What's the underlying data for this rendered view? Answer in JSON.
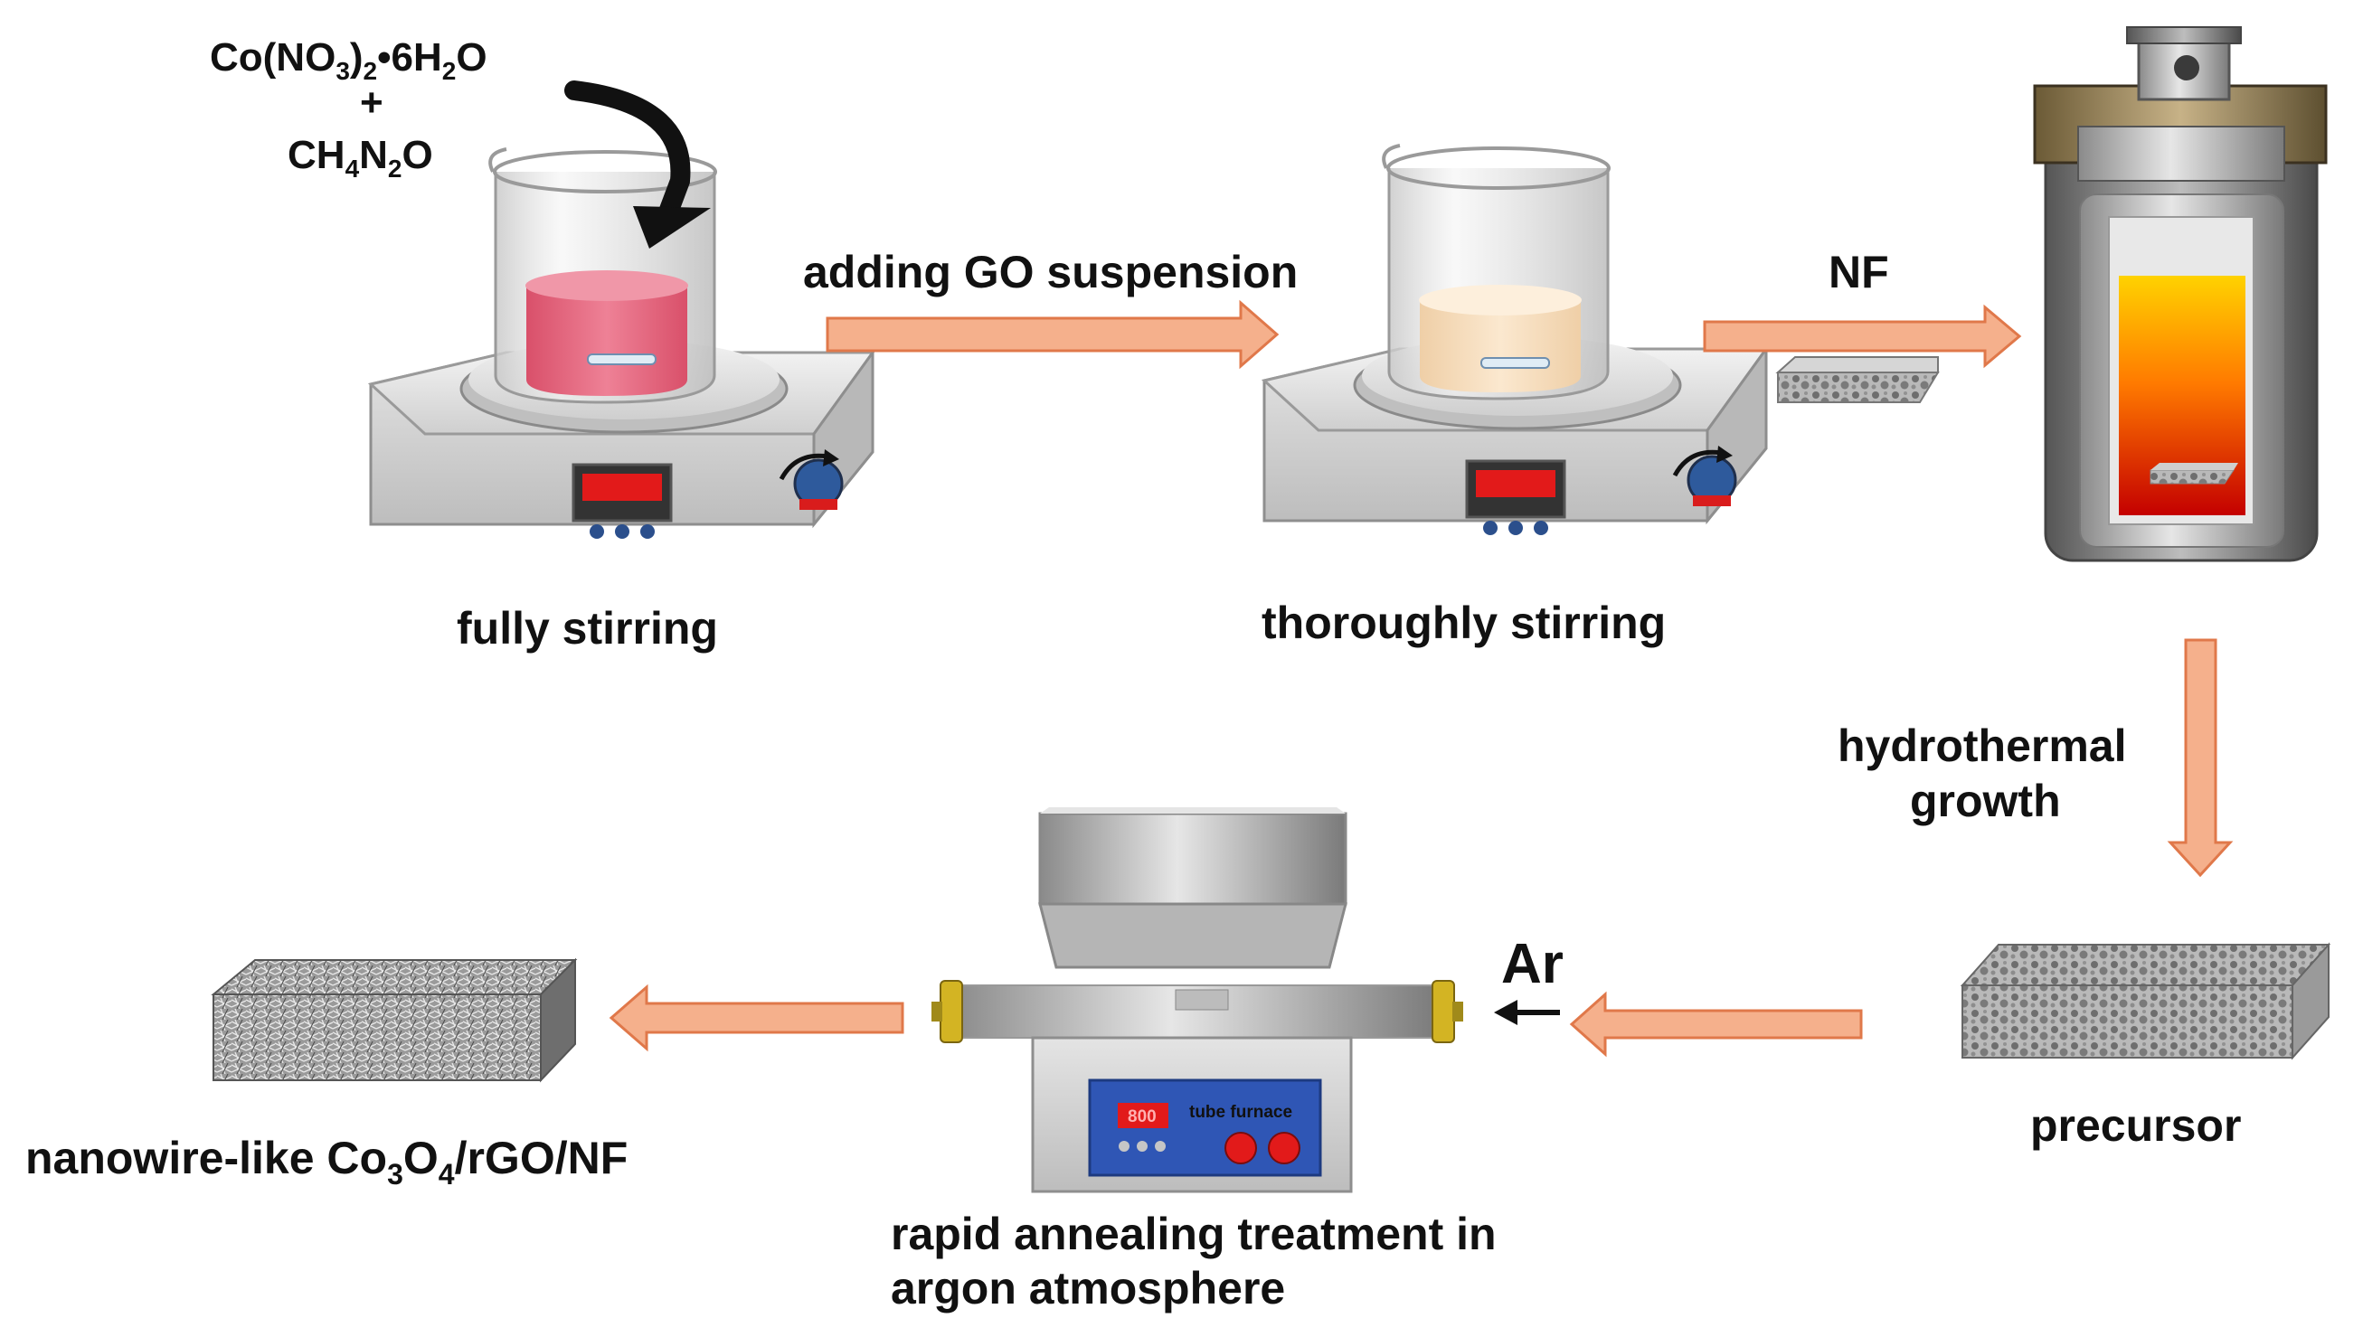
{
  "colors": {
    "arrow_fill": "#f5b08c",
    "arrow_stroke": "#e0784a",
    "pink_solution": "#e5647a",
    "cream_solution": "#f6d9b4",
    "display_red": "#e21a1a",
    "control_panel_blue": "#2f56b5"
  },
  "reagents": {
    "line1_base": "Co(NO",
    "line1_sub_a": "3",
    "line1_mid": ")",
    "line1_sub_b": "2",
    "line1_rest": "•6H",
    "line1_sub_c": "2",
    "line1_end": "O",
    "plus": "+",
    "line2_base": "CH",
    "line2_sub_a": "4",
    "line2_mid": "N",
    "line2_sub_b": "2",
    "line2_end": "O"
  },
  "steps": {
    "step1": "fully stirring",
    "arrow1": "adding GO suspension",
    "step2": "thoroughly stirring",
    "arrow2": "NF",
    "arrow3_line1": "hydrothermal",
    "arrow3_line2": "growth",
    "step3": "precursor",
    "gas": "Ar",
    "furnace_panel": "tube furnace",
    "furnace_display": "800",
    "step4_line1": "rapid annealing treatment in",
    "step4_line2": "argon atmosphere",
    "product_base": "nanowire-like Co",
    "product_sub_a": "3",
    "product_mid": "O",
    "product_sub_b": "4",
    "product_end": "/rGO/NF"
  },
  "icons": {
    "stirrer_left": "magnetic-stirrer-icon",
    "stirrer_right": "magnetic-stirrer-icon",
    "autoclave": "autoclave-icon",
    "furnace": "tube-furnace-icon",
    "foam": "nickel-foam-icon",
    "curved_arrow": "curved-arrow-icon"
  }
}
